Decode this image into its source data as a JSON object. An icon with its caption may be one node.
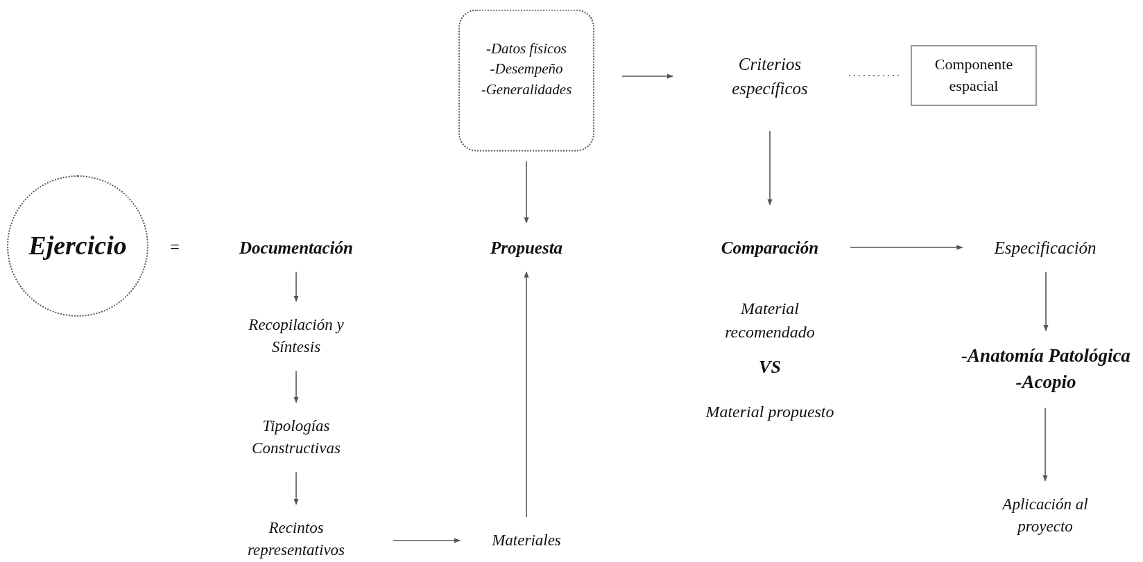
{
  "diagram": {
    "nodes": [
      {
        "text": [
          "Ejercicio"
        ]
      },
      {
        "text": [
          "Documentación"
        ]
      },
      {
        "text": [
          "Recopilación y Síntesis"
        ]
      },
      {
        "text": [
          "Tipologías Constructivas"
        ]
      },
      {
        "text": [
          "Recintos representativos"
        ]
      },
      {
        "text": [
          "Materiales"
        ]
      },
      {
        "text": [
          "Propuesta"
        ]
      },
      {
        "text": [
          "-Datos físicos",
          "-Desempeño",
          "-Generalidades"
        ]
      },
      {
        "text": [
          "Criterios específicos"
        ]
      },
      {
        "text": [
          "Componente espacial"
        ]
      },
      {
        "text": [
          "Comparación"
        ]
      },
      {
        "text": [
          "Especificación"
        ]
      },
      {
        "text": [
          "-Anatomía Patológica",
          "-Acopio"
        ]
      },
      {
        "text": [
          "Aplicación al proyecto"
        ]
      }
    ],
    "edges": [
      {
        "from": 1,
        "to": 2,
        "arrow": "to"
      },
      {
        "from": 2,
        "to": 3,
        "arrow": "to"
      },
      {
        "from": 3,
        "to": 4,
        "arrow": "to"
      },
      {
        "from": 4,
        "to": 5,
        "arrow": "to"
      },
      {
        "from": 5,
        "to": 6,
        "arrow": "to"
      },
      {
        "from": 7,
        "to": 6,
        "arrow": "to"
      },
      {
        "from": 7,
        "to": 8,
        "arrow": "to"
      },
      {
        "from": 8,
        "to": 9,
        "arrow": "none",
        "style": "dashed"
      },
      {
        "from": 8,
        "to": 10,
        "arrow": "to"
      },
      {
        "from": 10,
        "to": 11,
        "arrow": "to"
      },
      {
        "from": 11,
        "to": 12,
        "arrow": "to"
      },
      {
        "from": 12,
        "to": 13,
        "arrow": "to"
      }
    ],
    "labels": [
      "=",
      "Material recomendado",
      "VS",
      "Material propuesto"
    ]
  }
}
